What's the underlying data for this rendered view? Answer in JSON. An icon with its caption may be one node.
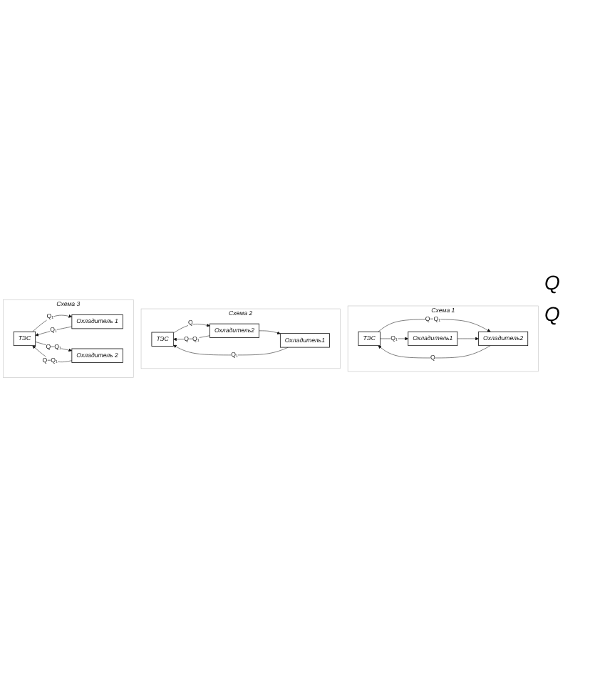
{
  "diagram": {
    "nodes": [
      {
        "text": [
          "Схема 1"
        ]
      },
      {
        "text": [
          "ТЭС"
        ],
        "in": 0
      },
      {
        "text": [
          "Охладитель1"
        ],
        "in": 0
      },
      {
        "text": [
          "Охладитель2"
        ],
        "in": 0
      },
      {
        "text": [
          "Схема 2"
        ]
      },
      {
        "text": [
          "ТЭС"
        ],
        "in": 4
      },
      {
        "text": [
          "Охладитель2"
        ],
        "in": 4
      },
      {
        "text": [
          "Охладитель1"
        ],
        "in": 4
      },
      {
        "text": [
          "Схема 3"
        ]
      },
      {
        "text": [
          "ТЭС"
        ],
        "in": 8
      },
      {
        "text": [
          "Охладитель 1"
        ],
        "in": 8
      },
      {
        "text": [
          "Охладитель 2"
        ],
        "in": 8
      }
    ],
    "edges": [
      {
        "from": 1,
        "to": 2,
        "arrow": "to",
        "label": "Q₁"
      },
      {
        "from": 1,
        "to": 3,
        "arrow": "to",
        "label": "Q−Q₁"
      },
      {
        "from": 2,
        "to": 3,
        "arrow": "to"
      },
      {
        "from": 3,
        "to": 1,
        "arrow": "to",
        "label": "Q"
      },
      {
        "from": 5,
        "to": 6,
        "arrow": "to",
        "label": "Q"
      },
      {
        "from": 6,
        "to": 7,
        "arrow": "to"
      },
      {
        "from": 6,
        "to": 5,
        "arrow": "to",
        "label": "Q−Q₁"
      },
      {
        "from": 7,
        "to": 5,
        "arrow": "to",
        "label": "Q₁"
      },
      {
        "from": 9,
        "to": 10,
        "arrow": "to",
        "label": "Q₁"
      },
      {
        "from": 9,
        "to": 11,
        "arrow": "to",
        "label": "Q−Q₁"
      },
      {
        "from": 10,
        "to": 9,
        "arrow": "to",
        "label": "Q₁"
      },
      {
        "from": 11,
        "to": 9,
        "arrow": "to",
        "label": "Q−Q₁"
      }
    ],
    "labels": [
      "Q",
      "Q"
    ]
  }
}
